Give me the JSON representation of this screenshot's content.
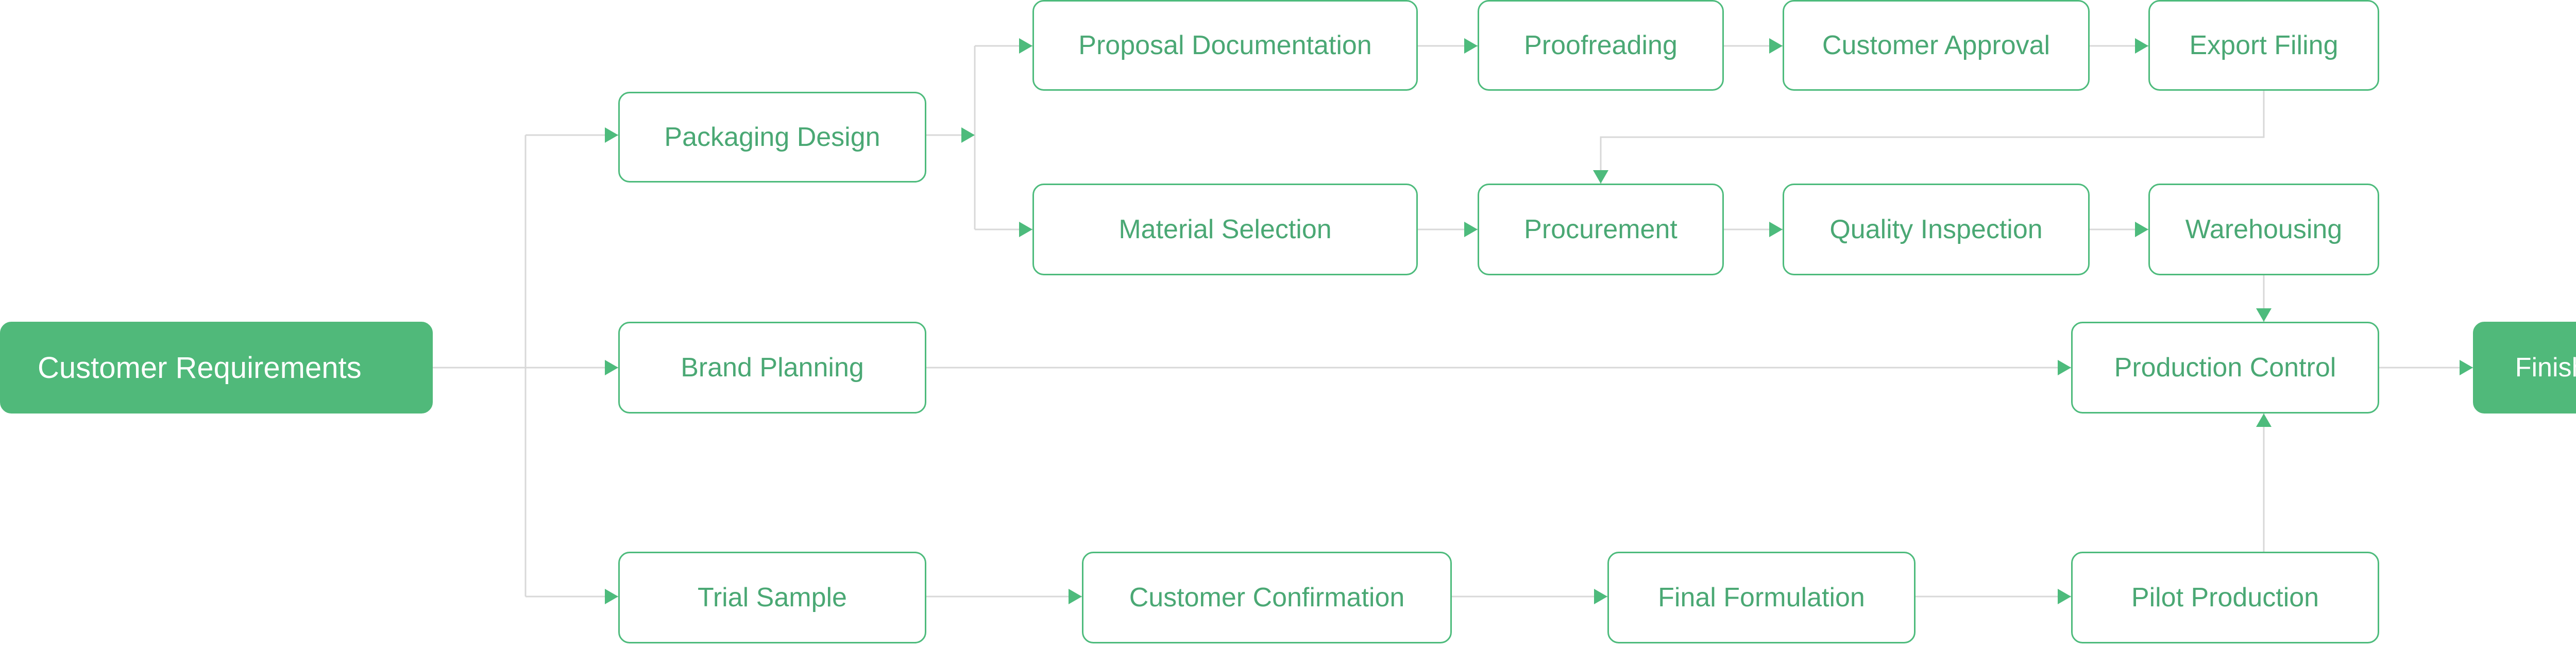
{
  "colors": {
    "accent": "#50b97a",
    "node_border": "#4dbb7c",
    "node_text": "#4aa874",
    "connector": "#d8d8d8",
    "arrow": "#4dbb7c"
  },
  "nodes": {
    "customer_requirements": "Customer Requirements",
    "packaging_design": "Packaging Design",
    "brand_planning": "Brand Planning",
    "trial_sample": "Trial Sample",
    "proposal_documentation": "Proposal Documentation",
    "proofreading": "Proofreading",
    "customer_approval": "Customer Approval",
    "export_filing": "Export Filing",
    "material_selection": "Material Selection",
    "procurement": "Procurement",
    "quality_inspection": "Quality Inspection",
    "warehousing": "Warehousing",
    "production_control": "Production Control",
    "finished": "Finished",
    "customer_confirmation": "Customer Confirmation",
    "final_formulation": "Final Formulation",
    "pilot_production": "Pilot Production"
  }
}
